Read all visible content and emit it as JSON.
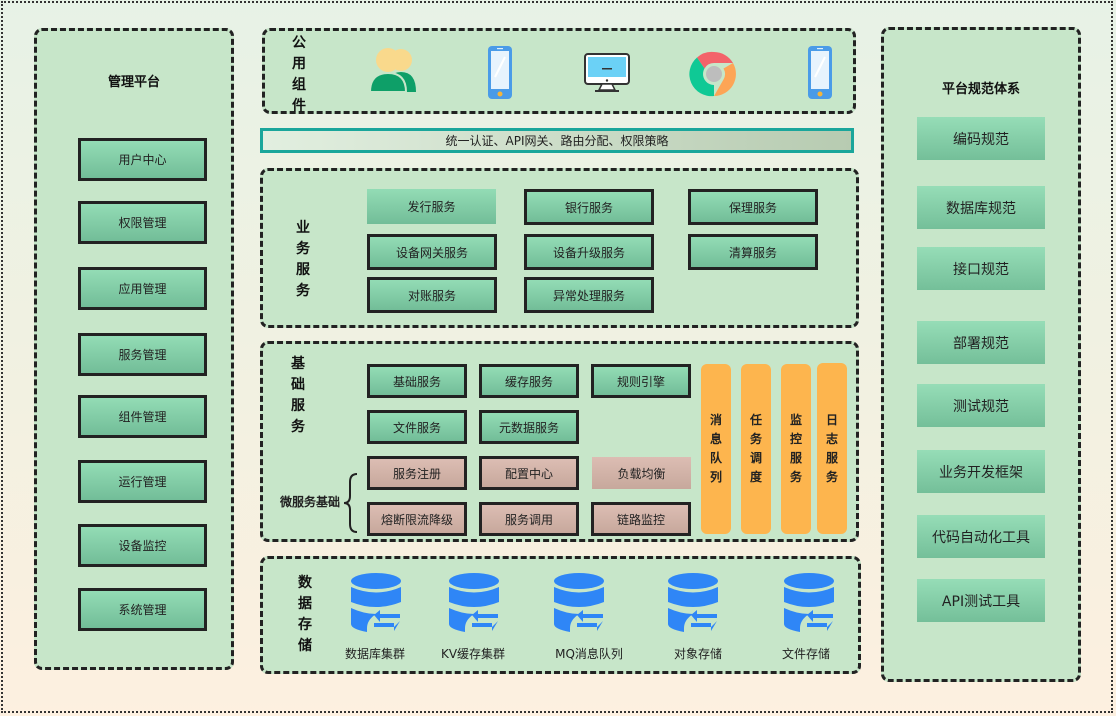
{
  "management": {
    "title": "管理平台",
    "items": [
      "用户中心",
      "权限管理",
      "应用管理",
      "服务管理",
      "组件管理",
      "运行管理",
      "设备监控",
      "系统管理"
    ]
  },
  "public_components": {
    "label": "公用组件",
    "icons": [
      "users-icon",
      "mobile-phone-icon",
      "desktop-monitor-icon",
      "chrome-browser-icon",
      "mobile-phone-icon"
    ]
  },
  "gateway": {
    "label": "统一认证、API网关、路由分配、权限策略"
  },
  "business_services": {
    "label": "业务服务",
    "items": [
      "发行服务",
      "银行服务",
      "保理服务",
      "设备网关服务",
      "设备升级服务",
      "清算服务",
      "对账服务",
      "异常处理服务"
    ]
  },
  "base_services": {
    "label": "基础服务",
    "items": [
      "基础服务",
      "缓存服务",
      "规则引擎",
      "文件服务",
      "元数据服务"
    ],
    "microservice_label": "微服务基础",
    "microservice_items": [
      "服务注册",
      "配置中心",
      "负载均衡",
      "熔断限流降级",
      "服务调用",
      "链路监控"
    ],
    "side_columns": [
      "消息队列",
      "任务调度",
      "监控服务",
      "日志服务"
    ]
  },
  "data_storage": {
    "label": "数据存储",
    "items": [
      "数据库集群",
      "KV缓存集群",
      "MQ消息队列",
      "对象存储",
      "文件存储"
    ]
  },
  "platform_standards": {
    "title": "平台规范体系",
    "items": [
      "编码规范",
      "数据库规范",
      "接口规范",
      "部署规范",
      "测试规范",
      "业务开发框架",
      "代码自动化工具",
      "API测试工具"
    ]
  },
  "colors": {
    "panel_bg": "#c7e6c9",
    "green_box": "#85cfa8",
    "pink_box": "#d4b5aa",
    "orange_box": "#fdb54e",
    "gateway_border": "#1aa69b",
    "db_blue": "#2f86f6"
  }
}
